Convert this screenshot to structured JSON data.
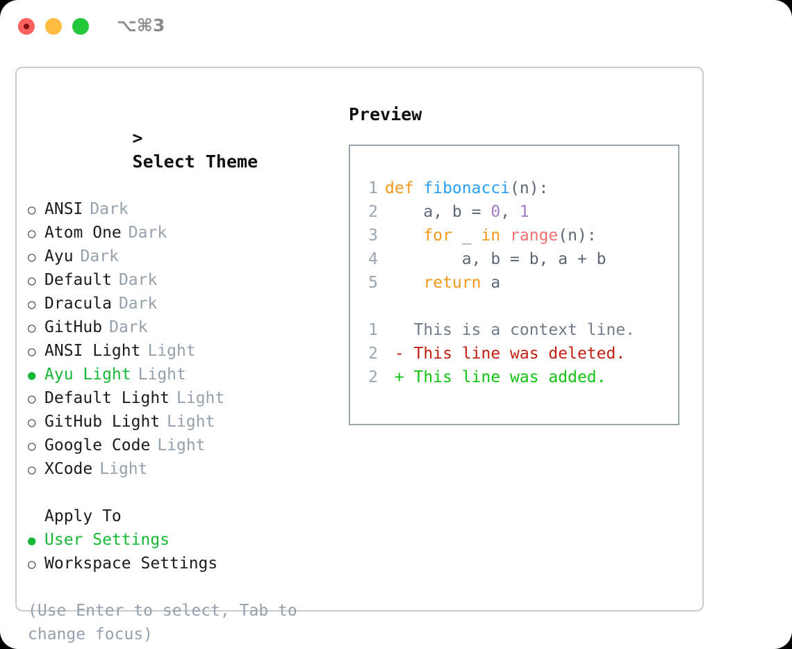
{
  "window": {
    "title": "⌥⌘3",
    "traffic_lights": [
      {
        "name": "close",
        "color": "#fc615d"
      },
      {
        "name": "minimize",
        "color": "#fdbc40"
      },
      {
        "name": "maximize",
        "color": "#24c63a"
      }
    ]
  },
  "colors": {
    "accent_green": "#16b836",
    "muted": "#95a0ad",
    "text": "#1b1b1b",
    "card_border": "#c7ccd3",
    "preview_border": "#9aa5b1",
    "kw_orange": "#f2971b",
    "fn_blue": "#2a9ef4",
    "num_purple": "#a37acc",
    "builtin_red": "#f07171",
    "diff_delete": "#c21f12",
    "diff_add": "#12c312"
  },
  "theme_picker": {
    "title": "Select Theme",
    "caret": ">",
    "bullet_on": "●",
    "bullet_off": "○",
    "options": [
      {
        "label": "ANSI",
        "tag": "Dark",
        "selected": false
      },
      {
        "label": "Atom One",
        "tag": "Dark",
        "selected": false
      },
      {
        "label": "Ayu",
        "tag": "Dark",
        "selected": false
      },
      {
        "label": "Default",
        "tag": "Dark",
        "selected": false
      },
      {
        "label": "Dracula",
        "tag": "Dark",
        "selected": false
      },
      {
        "label": "GitHub",
        "tag": "Dark",
        "selected": false
      },
      {
        "label": "ANSI Light",
        "tag": "Light",
        "selected": false
      },
      {
        "label": "Ayu Light",
        "tag": "Light",
        "selected": true
      },
      {
        "label": "Default Light",
        "tag": "Light",
        "selected": false
      },
      {
        "label": "GitHub Light",
        "tag": "Light",
        "selected": false
      },
      {
        "label": "Google Code",
        "tag": "Light",
        "selected": false
      },
      {
        "label": "XCode",
        "tag": "Light",
        "selected": false
      }
    ]
  },
  "apply_to": {
    "title": "Apply To",
    "options": [
      {
        "label": "User Settings",
        "selected": true
      },
      {
        "label": "Workspace Settings",
        "selected": false
      }
    ]
  },
  "hint": "(Use Enter to select, Tab to change focus)",
  "preview": {
    "title": "Preview",
    "code_lines": [
      {
        "num": "1",
        "tokens": [
          {
            "t": "def ",
            "c": "kw"
          },
          {
            "t": "fibonacci",
            "c": "fn"
          },
          {
            "t": "(n):",
            "c": "pl"
          }
        ]
      },
      {
        "num": "2",
        "tokens": [
          {
            "t": "    a, b = ",
            "c": "pl"
          },
          {
            "t": "0",
            "c": "num"
          },
          {
            "t": ", ",
            "c": "pl"
          },
          {
            "t": "1",
            "c": "num"
          }
        ]
      },
      {
        "num": "3",
        "tokens": [
          {
            "t": "    ",
            "c": "pl"
          },
          {
            "t": "for",
            "c": "kw"
          },
          {
            "t": " _ ",
            "c": "pl"
          },
          {
            "t": "in",
            "c": "kw"
          },
          {
            "t": " ",
            "c": "pl"
          },
          {
            "t": "range",
            "c": "bi"
          },
          {
            "t": "(n):",
            "c": "pl"
          }
        ]
      },
      {
        "num": "4",
        "tokens": [
          {
            "t": "        a, b = b, a + b",
            "c": "pl"
          }
        ]
      },
      {
        "num": "5",
        "tokens": [
          {
            "t": "    ",
            "c": "pl"
          },
          {
            "t": "return",
            "c": "kw"
          },
          {
            "t": " a",
            "c": "pl"
          }
        ]
      }
    ],
    "diff_lines": [
      {
        "num": "1",
        "marker": " ",
        "text": "This is a context line.",
        "kind": "ctx"
      },
      {
        "num": "2",
        "marker": "-",
        "text": "This line was deleted.",
        "kind": "del"
      },
      {
        "num": "2",
        "marker": "+",
        "text": "This line was added.",
        "kind": "add"
      }
    ]
  }
}
